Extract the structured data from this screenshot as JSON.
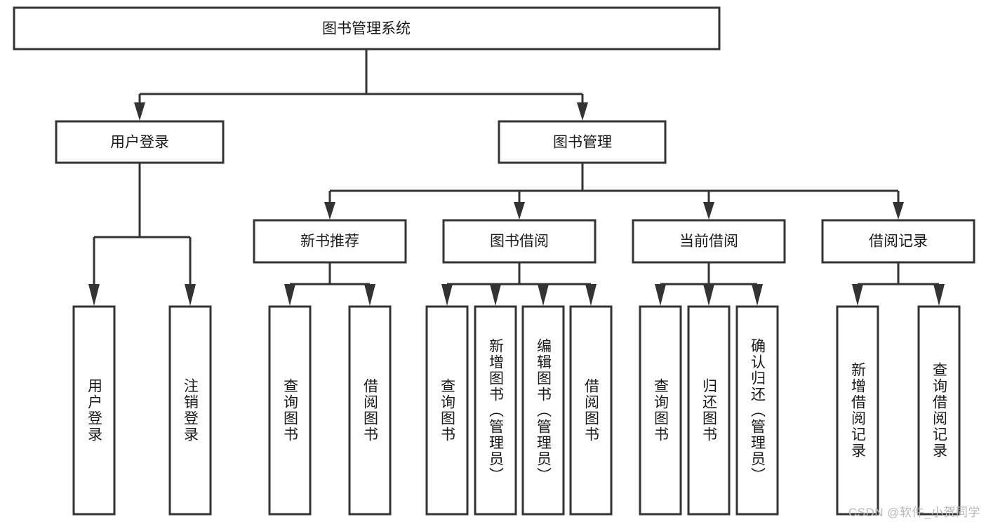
{
  "diagram": {
    "title": "图书管理系统",
    "watermark": "CSDN @软件_小贺同学",
    "colors": {
      "stroke": "#333333",
      "box_fill": "#ffffff",
      "text": "#1a1a1a",
      "background": "#ffffff",
      "watermark": "#b9b9b9"
    },
    "levels": {
      "root": "图书管理系统",
      "level2": [
        "用户登录",
        "图书管理"
      ],
      "level3": [
        "新书推荐",
        "图书借阅",
        "当前借阅",
        "借阅记录"
      ]
    },
    "nodes": {
      "root": {
        "label": "图书管理系统",
        "orientation": "horizontal"
      },
      "user_login": {
        "label": "用户登录",
        "orientation": "horizontal"
      },
      "book_manage": {
        "label": "图书管理",
        "orientation": "horizontal"
      },
      "new_book_rec": {
        "label": "新书推荐",
        "orientation": "horizontal"
      },
      "book_borrow": {
        "label": "图书借阅",
        "orientation": "horizontal"
      },
      "current_borrow": {
        "label": "当前借阅",
        "orientation": "horizontal"
      },
      "borrow_record": {
        "label": "借阅记录",
        "orientation": "horizontal"
      },
      "leaf_user_login": {
        "label": "用户登录",
        "orientation": "vertical"
      },
      "leaf_logout": {
        "label": "注销登录",
        "orientation": "vertical"
      },
      "leaf_query_book_1": {
        "label": "查询图书",
        "orientation": "vertical"
      },
      "leaf_borrow_book_1": {
        "label": "借阅图书",
        "orientation": "vertical"
      },
      "leaf_query_book_2": {
        "label": "查询图书",
        "orientation": "vertical"
      },
      "leaf_add_book": {
        "label": "新增图书（管理员）",
        "orientation": "vertical"
      },
      "leaf_edit_book": {
        "label": "编辑图书（管理员）",
        "orientation": "vertical"
      },
      "leaf_borrow_book_2": {
        "label": "借阅图书",
        "orientation": "vertical"
      },
      "leaf_query_book_3": {
        "label": "查询图书",
        "orientation": "vertical"
      },
      "leaf_return_book": {
        "label": "归还图书",
        "orientation": "vertical"
      },
      "leaf_confirm_return": {
        "label": "确认归还（管理员）",
        "orientation": "vertical"
      },
      "leaf_add_record": {
        "label": "新增借阅记录",
        "orientation": "vertical"
      },
      "leaf_query_record": {
        "label": "查询借阅记录",
        "orientation": "vertical"
      }
    },
    "edges": [
      {
        "from": "图书管理系统",
        "to": "用户登录"
      },
      {
        "from": "图书管理系统",
        "to": "图书管理"
      },
      {
        "from": "图书管理",
        "to": "新书推荐"
      },
      {
        "from": "图书管理",
        "to": "图书借阅"
      },
      {
        "from": "图书管理",
        "to": "当前借阅"
      },
      {
        "from": "图书管理",
        "to": "借阅记录"
      },
      {
        "from": "用户登录",
        "to": "用户登录"
      },
      {
        "from": "用户登录",
        "to": "注销登录"
      },
      {
        "from": "新书推荐",
        "to": "查询图书"
      },
      {
        "from": "新书推荐",
        "to": "借阅图书"
      },
      {
        "from": "图书借阅",
        "to": "查询图书"
      },
      {
        "from": "图书借阅",
        "to": "新增图书（管理员）"
      },
      {
        "from": "图书借阅",
        "to": "编辑图书（管理员）"
      },
      {
        "from": "图书借阅",
        "to": "借阅图书"
      },
      {
        "from": "当前借阅",
        "to": "查询图书"
      },
      {
        "from": "当前借阅",
        "to": "归还图书"
      },
      {
        "from": "当前借阅",
        "to": "确认归还（管理员）"
      },
      {
        "from": "借阅记录",
        "to": "新增借阅记录"
      },
      {
        "from": "借阅记录",
        "to": "查询借阅记录"
      }
    ]
  }
}
